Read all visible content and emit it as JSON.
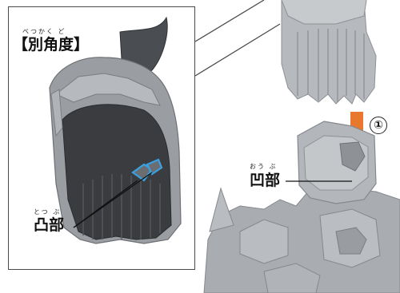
{
  "inset": {
    "title_ruby": "べつかく ど",
    "title": "【別角度】"
  },
  "convex": {
    "ruby": "とつ ぶ",
    "label": "凸部"
  },
  "concave": {
    "ruby": "おう ぶ",
    "label": "凹部"
  },
  "step": {
    "number": "①"
  },
  "colors": {
    "arrow": "#e8782e",
    "highlight": "#3aa0e0",
    "part_gray": "#a9adb1",
    "part_dark": "#3a3c3f"
  }
}
